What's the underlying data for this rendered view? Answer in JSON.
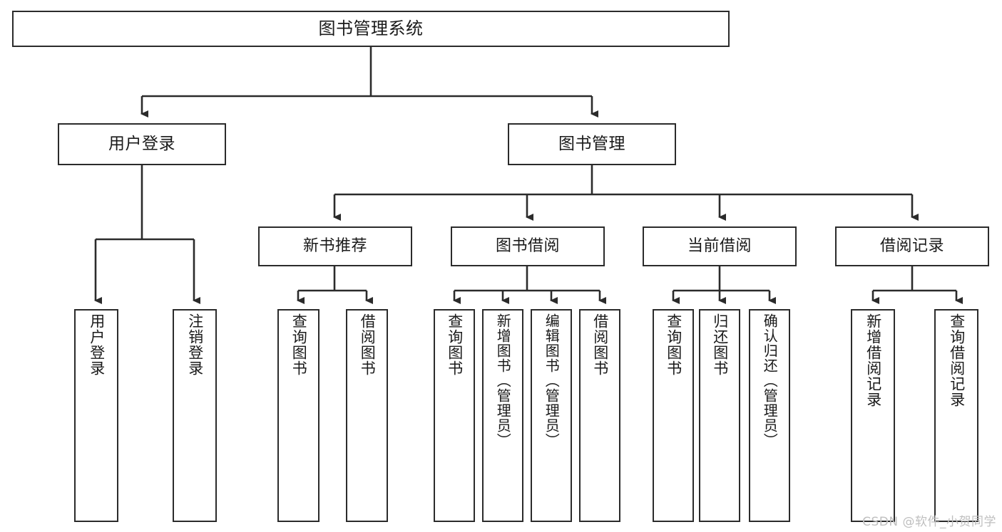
{
  "diagram": {
    "title": "图书管理系统",
    "type": "tree",
    "root": {
      "label": "图书管理系统"
    },
    "level1": [
      {
        "label": "用户登录"
      },
      {
        "label": "图书管理"
      }
    ],
    "level2": [
      {
        "label": "新书推荐"
      },
      {
        "label": "图书借阅"
      },
      {
        "label": "当前借阅"
      },
      {
        "label": "借阅记录"
      }
    ],
    "leaves": {
      "user_login": [
        {
          "label": "用户登录"
        },
        {
          "label": "注销登录"
        }
      ],
      "new_book_recommend": [
        {
          "label": "查询图书"
        },
        {
          "label": "借阅图书"
        }
      ],
      "book_borrow": [
        {
          "label": "查询图书"
        },
        {
          "label": "新增图书（管理员）"
        },
        {
          "label": "编辑图书（管理员）"
        },
        {
          "label": "借阅图书"
        }
      ],
      "current_borrow": [
        {
          "label": "查询图书"
        },
        {
          "label": "归还图书"
        },
        {
          "label": "确认归还（管理员）"
        }
      ],
      "borrow_record": [
        {
          "label": "新增借阅记录"
        },
        {
          "label": "查询借阅记录"
        }
      ]
    }
  },
  "watermark": {
    "text": "CSDN @软件_小贺同学"
  },
  "colors": {
    "stroke": "#2b2b2b",
    "background": "#ffffff",
    "text": "#1a1a1a",
    "watermark": "#bfbfbf"
  }
}
